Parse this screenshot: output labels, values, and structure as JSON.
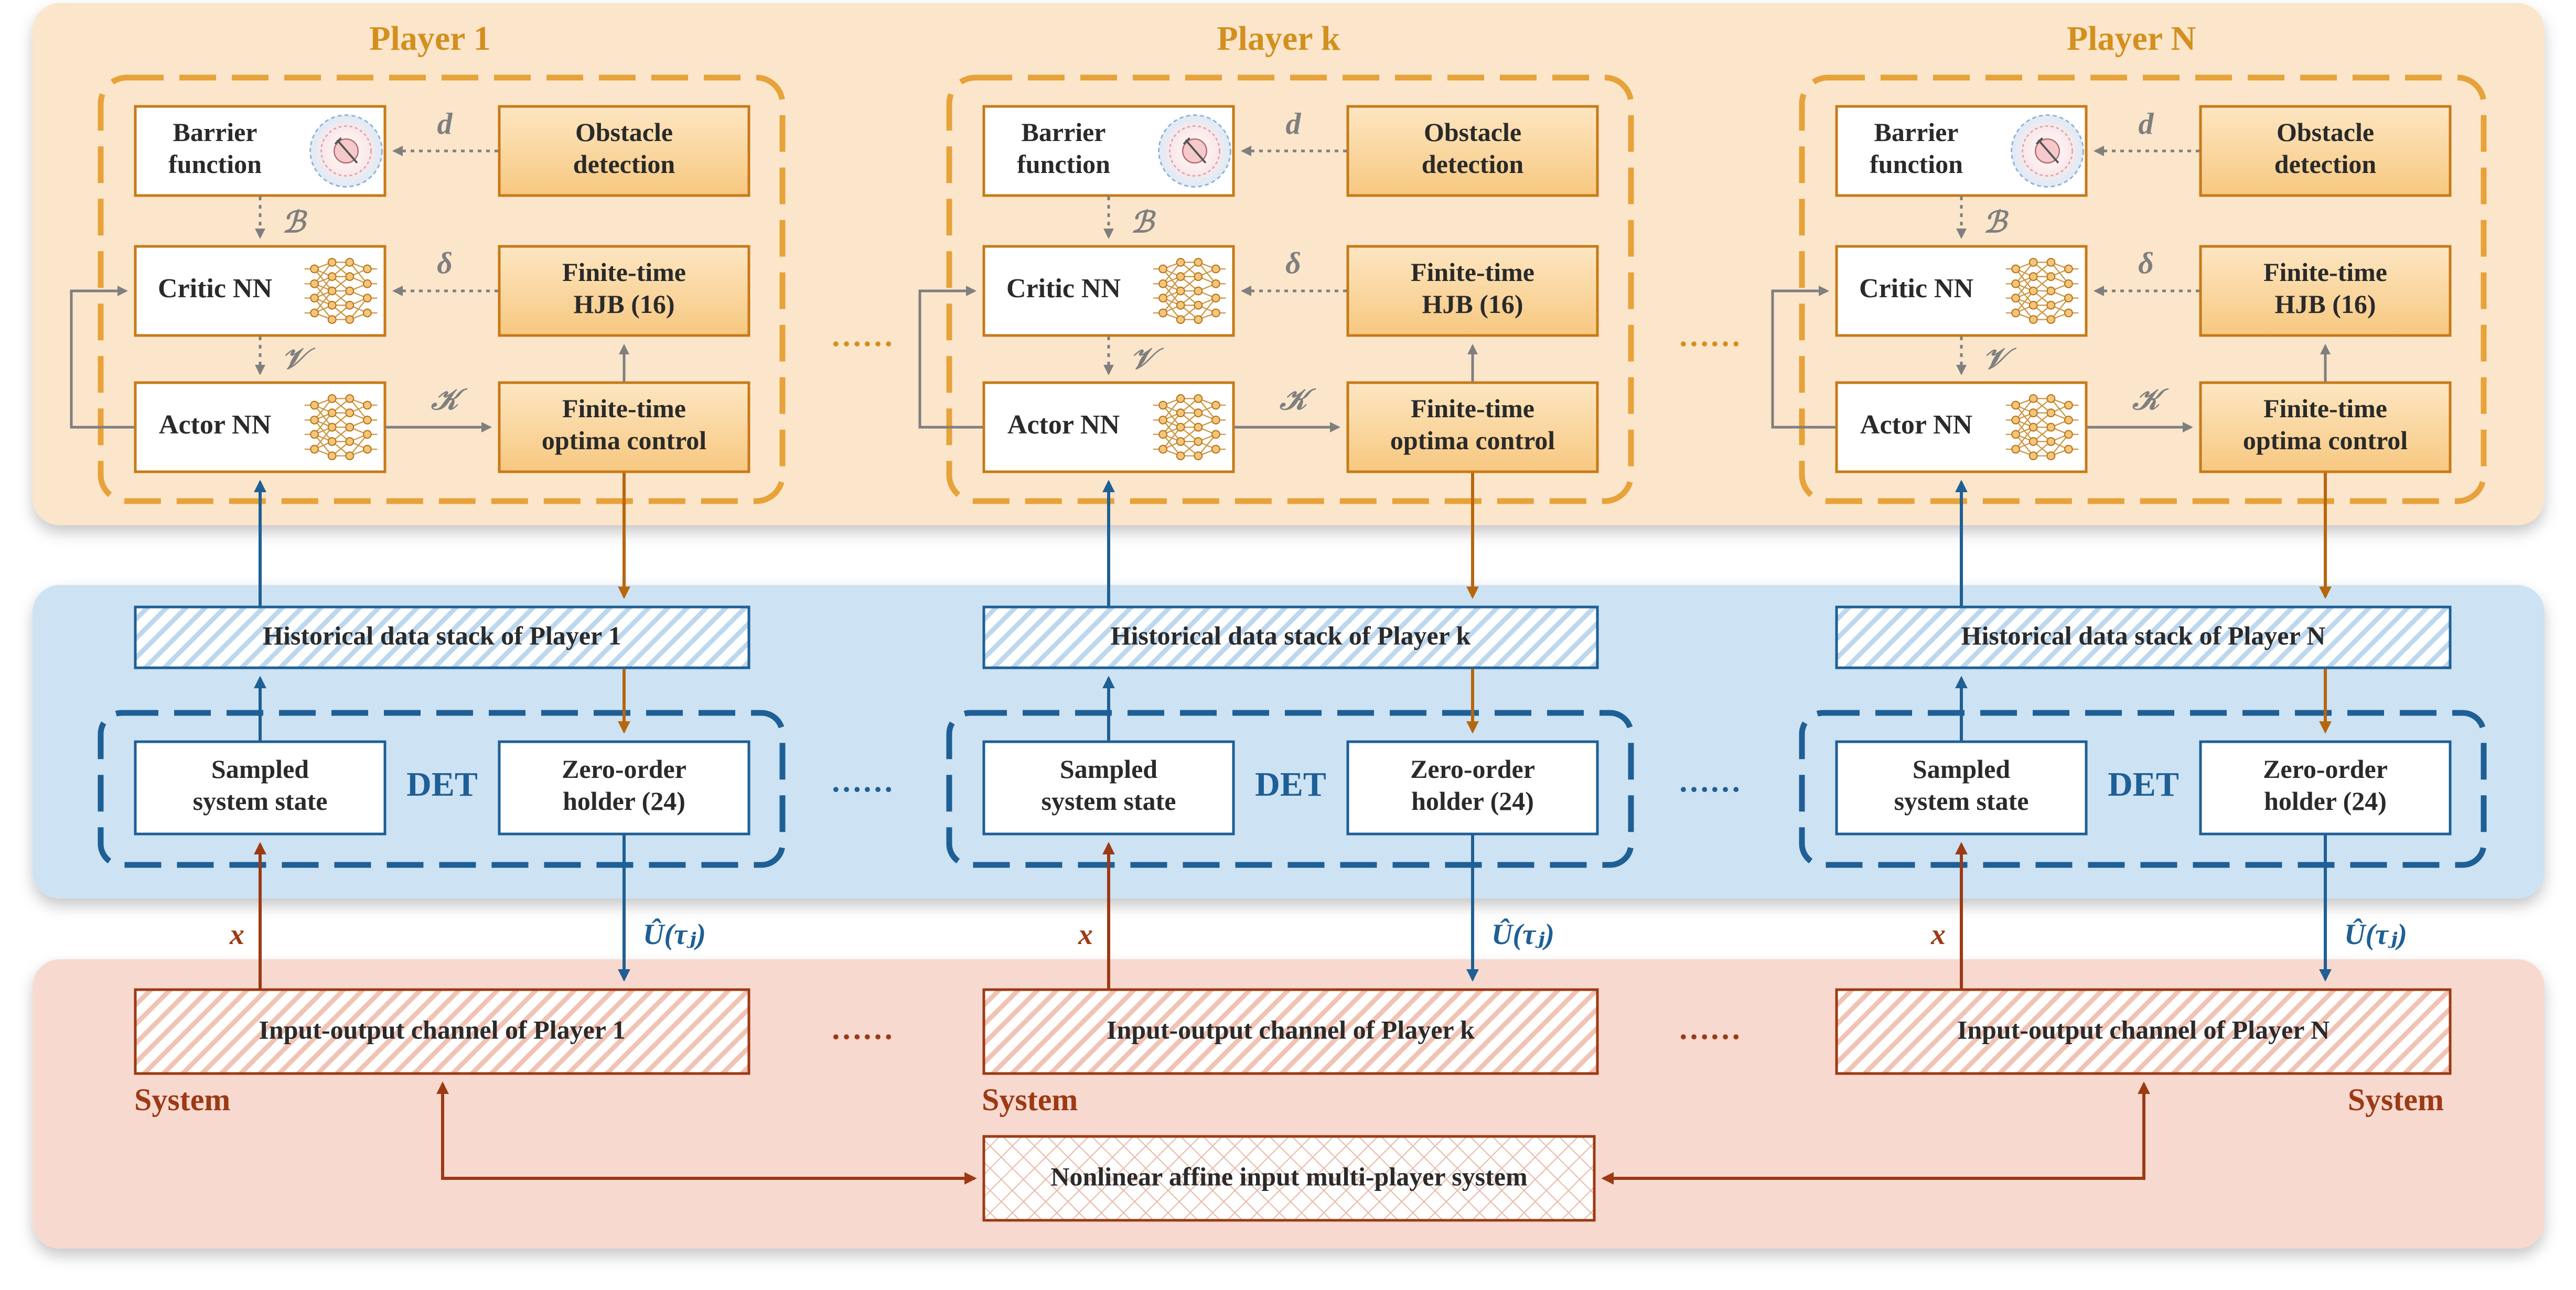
{
  "players": [
    {
      "title": "Player 1",
      "barrier_label": [
        "Barrier",
        "function"
      ],
      "obstacle_label": [
        "Obstacle",
        "detection"
      ],
      "critic_label": "Critic NN",
      "hjb_label": [
        "Finite-time",
        "HJB (16)"
      ],
      "actor_label": "Actor NN",
      "optimal_label": [
        "Finite-time",
        "optima control"
      ],
      "history_label": "Historical data stack of Player 1",
      "sampled_label": [
        "Sampled",
        "system state"
      ],
      "det_label": "DET",
      "zoh_label": [
        "Zero-order",
        "holder (24)"
      ],
      "channel_label": "Input-output channel of Player 1",
      "sym_d": "d",
      "sym_B": "ℬ",
      "sym_delta": "δ",
      "sym_V": "𝒱",
      "sym_K": "𝒦",
      "sym_x": "x",
      "sym_u": "Û(τⱼ)"
    },
    {
      "title": "Player k",
      "barrier_label": [
        "Barrier",
        "function"
      ],
      "obstacle_label": [
        "Obstacle",
        "detection"
      ],
      "critic_label": "Critic NN",
      "hjb_label": [
        "Finite-time",
        "HJB (16)"
      ],
      "actor_label": "Actor NN",
      "optimal_label": [
        "Finite-time",
        "optima control"
      ],
      "history_label": "Historical data stack of Player k",
      "sampled_label": [
        "Sampled",
        "system state"
      ],
      "det_label": "DET",
      "zoh_label": [
        "Zero-order",
        "holder (24)"
      ],
      "channel_label": "Input-output channel of Player k",
      "sym_d": "d",
      "sym_B": "ℬ",
      "sym_delta": "δ",
      "sym_V": "𝒱",
      "sym_K": "𝒦",
      "sym_x": "x",
      "sym_u": "Û(τⱼ)"
    },
    {
      "title": "Player N",
      "barrier_label": [
        "Barrier",
        "function"
      ],
      "obstacle_label": [
        "Obstacle",
        "detection"
      ],
      "critic_label": "Critic NN",
      "hjb_label": [
        "Finite-time",
        "HJB (16)"
      ],
      "actor_label": "Actor NN",
      "optimal_label": [
        "Finite-time",
        "optima control"
      ],
      "history_label": "Historical data stack of Player N",
      "sampled_label": [
        "Sampled",
        "system state"
      ],
      "det_label": "DET",
      "zoh_label": [
        "Zero-order",
        "holder (24)"
      ],
      "channel_label": "Input-output channel of Player N",
      "sym_d": "d",
      "sym_B": "ℬ",
      "sym_delta": "δ",
      "sym_V": "𝒱",
      "sym_K": "𝒦",
      "sym_x": "x",
      "sym_u": "Û(τⱼ)"
    }
  ],
  "ellipsis": "……",
  "system_label": "System",
  "nonlinear_label": "Nonlinear affine input multi-player system",
  "colors": {
    "orange_band": "#fbe6cb",
    "blue_band": "#cde3f4",
    "red_band": "#f7d9d0",
    "orange": "#e8a23a",
    "orange_dark": "#c77a18",
    "orange_text": "#d4901f",
    "blue": "#1e5f95",
    "red": "#9b3a14",
    "gray": "#7f7f7f",
    "text": "#2a2a2a"
  }
}
